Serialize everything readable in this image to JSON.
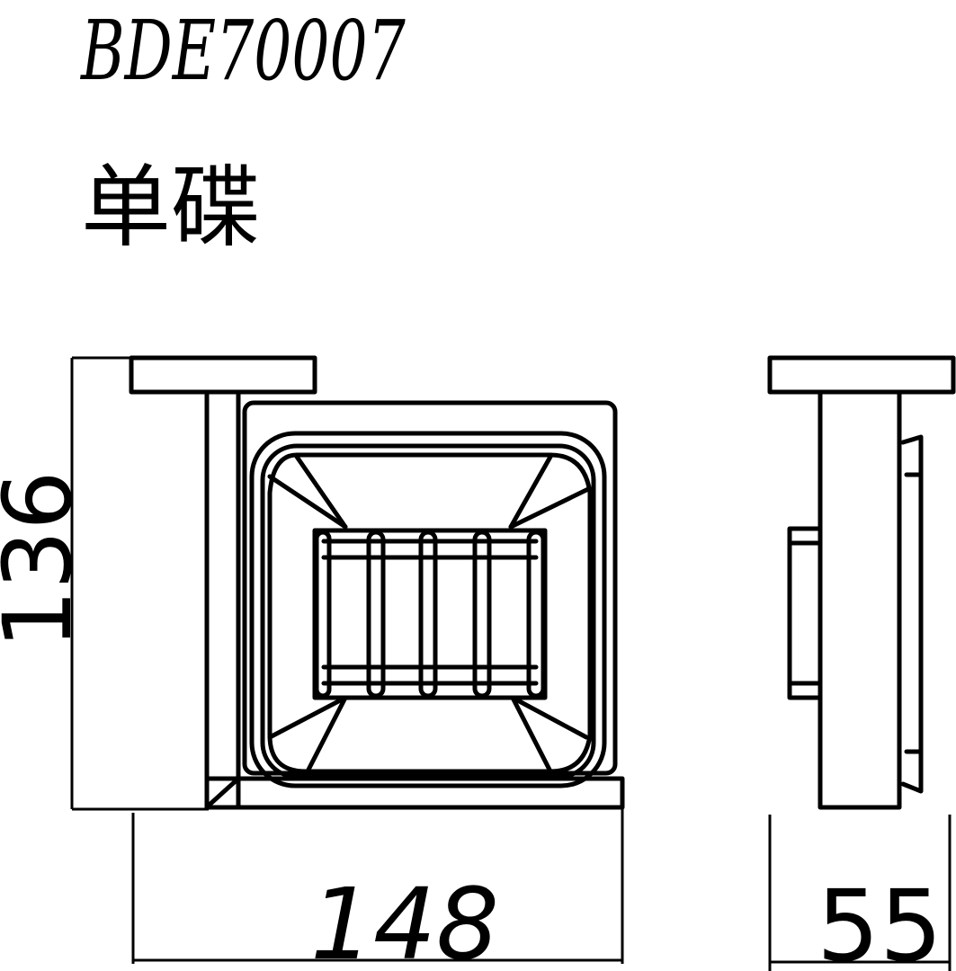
{
  "title": {
    "model": "BDE70007",
    "name": "单碟"
  },
  "dimensions": {
    "height": "136",
    "width": "148",
    "depth": "55"
  }
}
